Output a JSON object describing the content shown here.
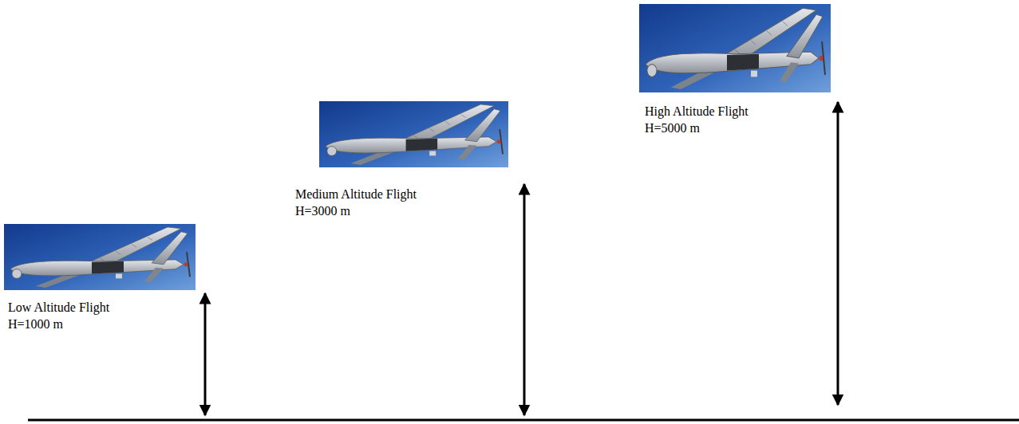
{
  "diagram": {
    "labels": [
      "Low Altitude Flight",
      "H=1000 m",
      "Medium Altitude Flight",
      "H=3000 m",
      "High Altitude Flight",
      "H=5000 m"
    ]
  }
}
